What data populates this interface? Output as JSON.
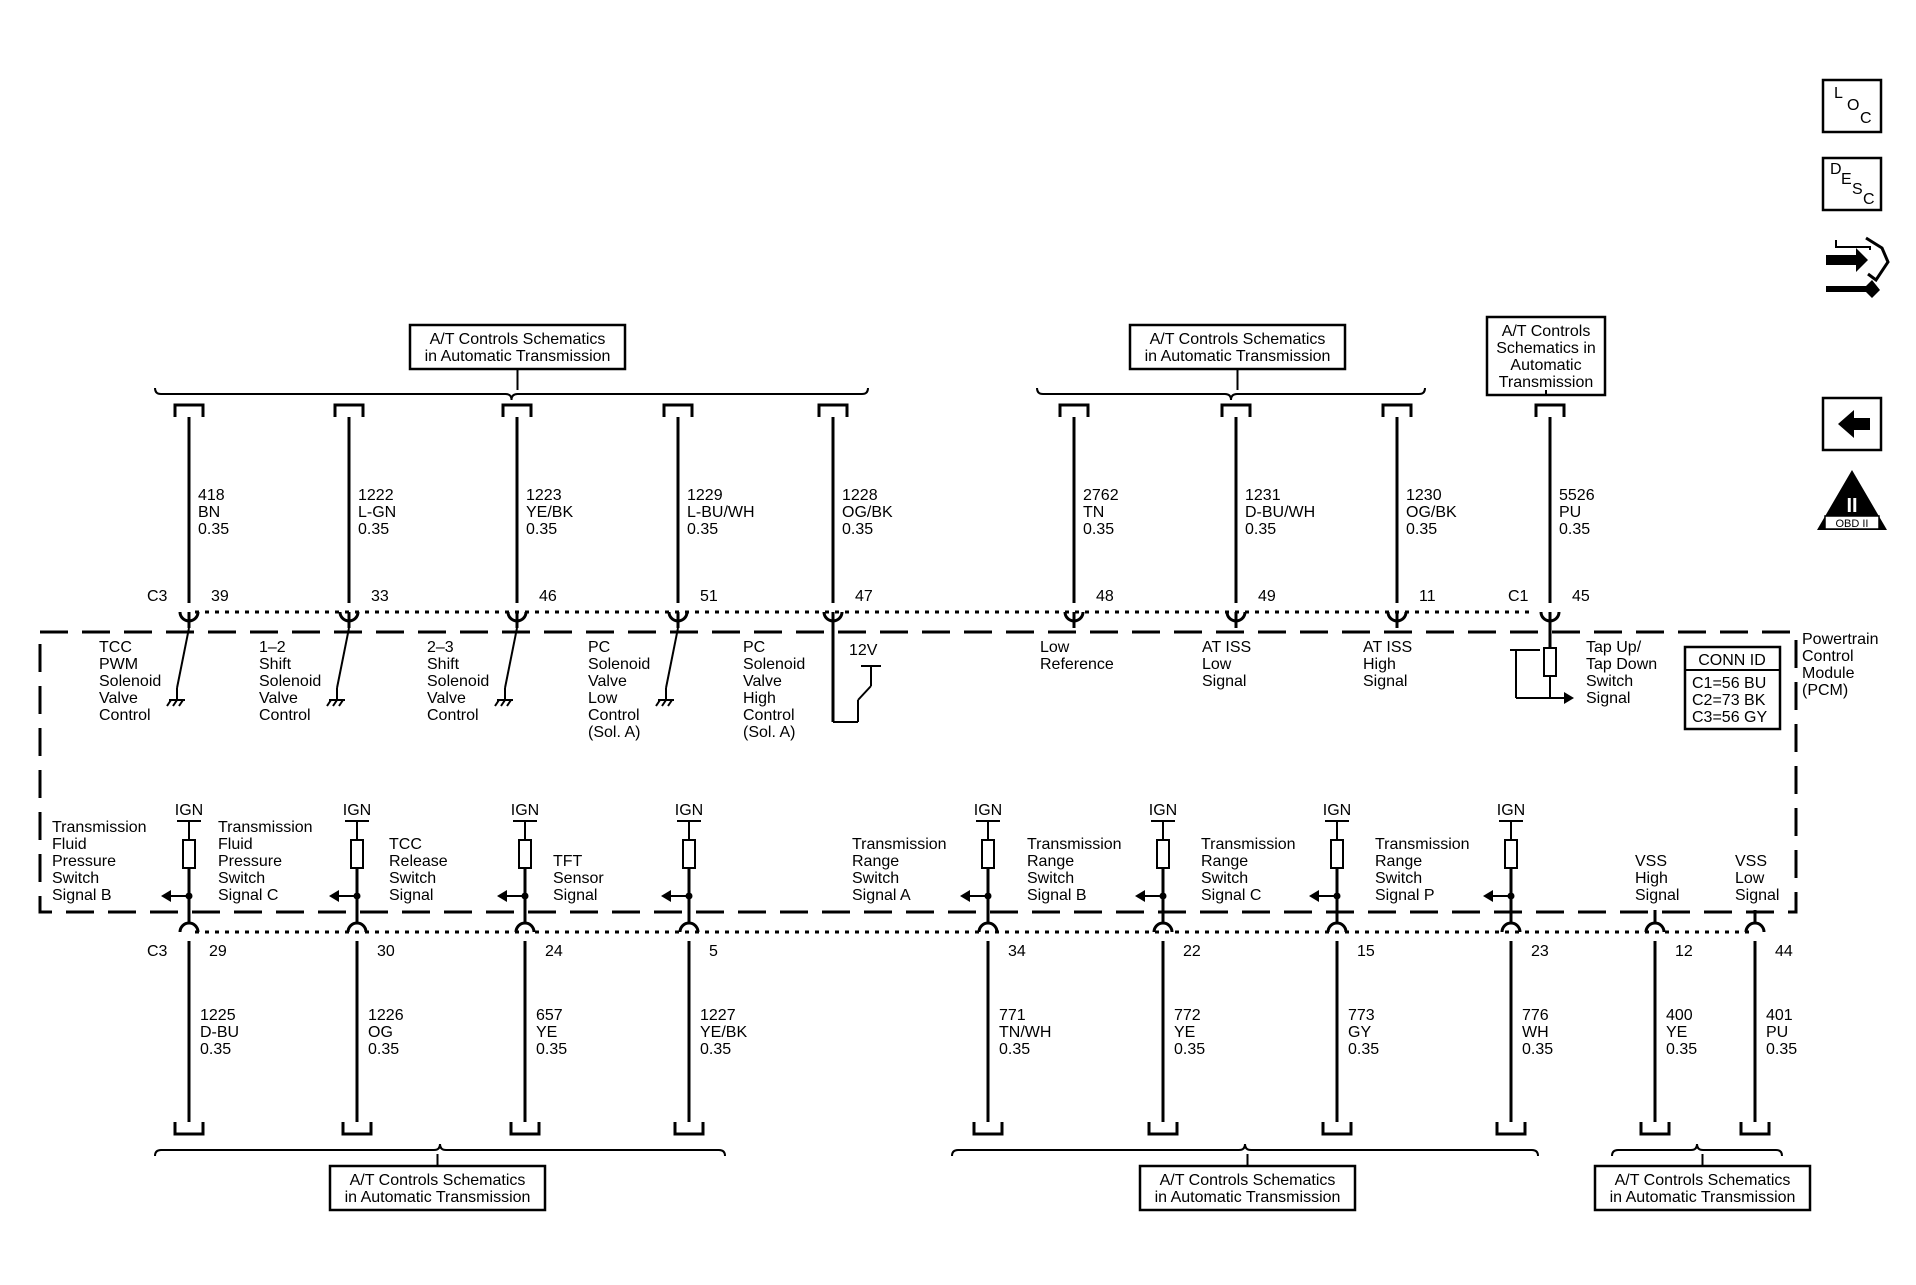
{
  "top_refs": [
    {
      "lines": [
        "A/T Controls Schematics",
        "in Automatic Transmission"
      ]
    },
    {
      "lines": [
        "A/T Controls Schematics",
        "in Automatic Transmission"
      ]
    },
    {
      "lines": [
        "A/T Controls",
        "Schematics in",
        "Automatic",
        "Transmission"
      ]
    }
  ],
  "bottom_refs": [
    {
      "lines": [
        "A/T Controls Schematics",
        "in Automatic Transmission"
      ]
    },
    {
      "lines": [
        "A/T Controls Schematics",
        "in Automatic Transmission"
      ]
    },
    {
      "lines": [
        "A/T Controls Schematics",
        "in Automatic Transmission"
      ]
    }
  ],
  "top_wires": [
    {
      "conn": "C3",
      "pin": "39",
      "circuit": "418",
      "color": "BN",
      "gauge": "0.35",
      "label": [
        "TCC",
        "PWM",
        "Solenoid",
        "Valve",
        "Control"
      ]
    },
    {
      "conn": "",
      "pin": "33",
      "circuit": "1222",
      "color": "L-GN",
      "gauge": "0.35",
      "label": [
        "1–2",
        "Shift",
        "Solenoid",
        "Valve",
        "Control"
      ]
    },
    {
      "conn": "",
      "pin": "46",
      "circuit": "1223",
      "color": "YE/BK",
      "gauge": "0.35",
      "label": [
        "2–3",
        "Shift",
        "Solenoid",
        "Valve",
        "Control"
      ]
    },
    {
      "conn": "",
      "pin": "51",
      "circuit": "1229",
      "color": "L-BU/WH",
      "gauge": "0.35",
      "label": [
        "PC",
        "Solenoid",
        "Valve",
        "Low",
        "Control",
        "(Sol. A)"
      ]
    },
    {
      "conn": "",
      "pin": "47",
      "circuit": "1228",
      "color": "OG/BK",
      "gauge": "0.35",
      "label": [
        "PC",
        "Solenoid",
        "Valve",
        "High",
        "Control",
        "(Sol. A)"
      ]
    },
    {
      "conn": "",
      "pin": "48",
      "circuit": "2762",
      "color": "TN",
      "gauge": "0.35",
      "label": [
        "Low",
        "Reference"
      ]
    },
    {
      "conn": "",
      "pin": "49",
      "circuit": "1231",
      "color": "D-BU/WH",
      "gauge": "0.35",
      "label": [
        "AT ISS",
        "Low",
        "Signal"
      ]
    },
    {
      "conn": "",
      "pin": "11",
      "circuit": "1230",
      "color": "OG/BK",
      "gauge": "0.35",
      "label": [
        "AT ISS",
        "High",
        "Signal"
      ]
    },
    {
      "conn": "C1",
      "pin": "45",
      "circuit": "5526",
      "color": "PU",
      "gauge": "0.35",
      "label": [
        "Tap Up/",
        "Tap Down",
        "Switch",
        "Signal"
      ]
    }
  ],
  "bottom_wires": [
    {
      "conn": "C3",
      "pin": "29",
      "circuit": "1225",
      "color": "D-BU",
      "gauge": "0.35",
      "ign": "IGN",
      "label": [
        "Transmission",
        "Fluid",
        "Pressure",
        "Switch",
        "Signal B"
      ]
    },
    {
      "conn": "",
      "pin": "30",
      "circuit": "1226",
      "color": "OG",
      "gauge": "0.35",
      "ign": "IGN",
      "label": [
        "Transmission",
        "Fluid",
        "Pressure",
        "Switch",
        "Signal C"
      ]
    },
    {
      "conn": "",
      "pin": "24",
      "circuit": "657",
      "color": "YE",
      "gauge": "0.35",
      "ign": "IGN",
      "label": [
        "TCC",
        "Release",
        "Switch",
        "Signal"
      ]
    },
    {
      "conn": "",
      "pin": "5",
      "circuit": "1227",
      "color": "YE/BK",
      "gauge": "0.35",
      "ign": "IGN",
      "label": [
        "TFT",
        "Sensor",
        "Signal"
      ]
    },
    {
      "conn": "",
      "pin": "34",
      "circuit": "771",
      "color": "TN/WH",
      "gauge": "0.35",
      "ign": "IGN",
      "label": [
        "Transmission",
        "Range",
        "Switch",
        "Signal A"
      ]
    },
    {
      "conn": "",
      "pin": "22",
      "circuit": "772",
      "color": "YE",
      "gauge": "0.35",
      "ign": "IGN",
      "label": [
        "Transmission",
        "Range",
        "Switch",
        "Signal B"
      ]
    },
    {
      "conn": "",
      "pin": "15",
      "circuit": "773",
      "color": "GY",
      "gauge": "0.35",
      "ign": "IGN",
      "label": [
        "Transmission",
        "Range",
        "Switch",
        "Signal C"
      ]
    },
    {
      "conn": "",
      "pin": "23",
      "circuit": "776",
      "color": "WH",
      "gauge": "0.35",
      "ign": "IGN",
      "label": [
        "Transmission",
        "Range",
        "Switch",
        "Signal P"
      ]
    },
    {
      "conn": "",
      "pin": "12",
      "circuit": "400",
      "color": "YE",
      "gauge": "0.35",
      "ign": "",
      "label": [
        "VSS",
        "High",
        "Signal"
      ]
    },
    {
      "conn": "",
      "pin": "44",
      "circuit": "401",
      "color": "PU",
      "gauge": "0.35",
      "ign": "",
      "label": [
        "VSS",
        "Low",
        "Signal"
      ]
    }
  ],
  "module": {
    "name": [
      "Powertrain",
      "Control",
      "Module",
      "(PCM)"
    ],
    "v12": "12V"
  },
  "conn_id": {
    "title": "CONN ID",
    "rows": [
      "C1=56 BU",
      "C2=73 BK",
      "C3=56 GY"
    ]
  },
  "side_icons": {
    "loc": [
      "L",
      "O",
      "C"
    ],
    "desc": [
      "D",
      "E",
      "S",
      "C"
    ],
    "obd_numeral": "II",
    "obd_label": "OBD II",
    "names": [
      "loc-icon",
      "desc-icon",
      "connector-repair-icon",
      "back-arrow-icon",
      "obd-ii-icon"
    ]
  }
}
